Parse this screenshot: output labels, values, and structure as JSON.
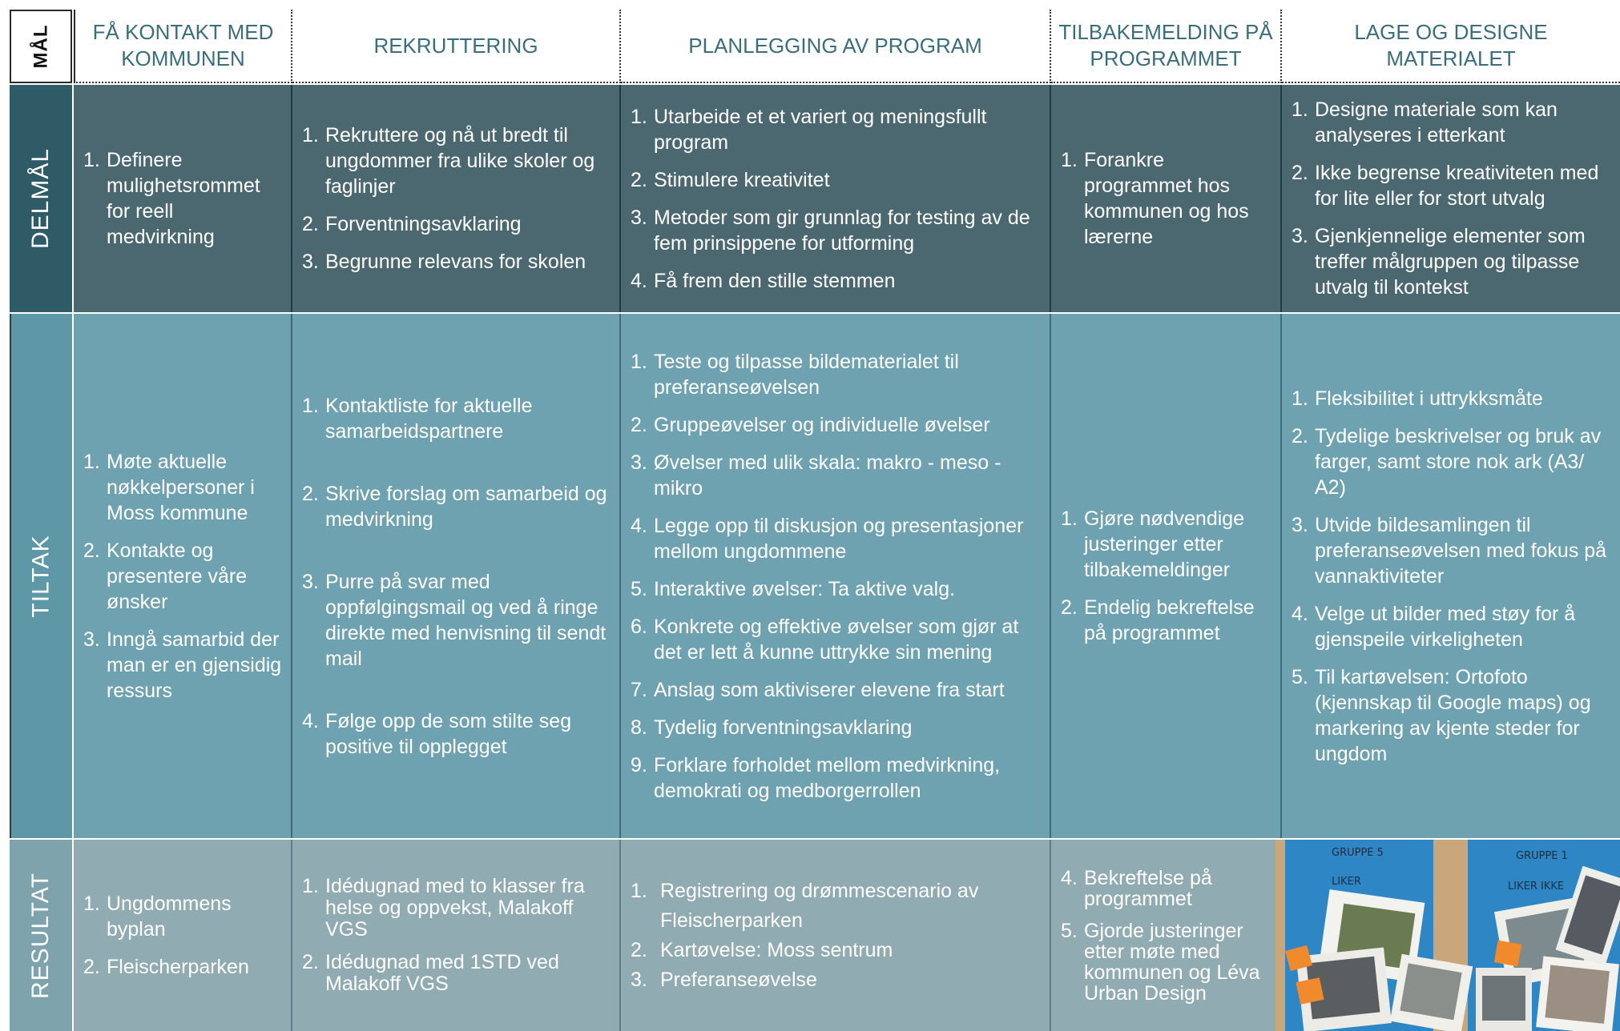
{
  "row_labels": {
    "mal": "MÅL",
    "delmal": "DELMÅL",
    "tiltak": "TILTAK",
    "resultat": "RESULTAT"
  },
  "columns": [
    {
      "header": "FÅ KONTAKT MED KOMMUNEN"
    },
    {
      "header": "REKRUTTERING"
    },
    {
      "header": "PLANLEGGING AV PROGRAM"
    },
    {
      "header": "TILBAKEMELDING PÅ PROGRAMMET"
    },
    {
      "header": "LAGE OG DESIGNE MATERIALET"
    }
  ],
  "delmal": [
    [
      "Definere mulighetsrommet for reell medvirkning"
    ],
    [
      "Rekruttere og nå ut bredt til ungdommer fra ulike skoler og faglinjer",
      "Forventningsavklaring",
      "Begrunne relevans for skolen"
    ],
    [
      "Utarbeide et et variert og meningsfullt program",
      "Stimulere kreativitet",
      "Metoder som gir grunnlag for testing av de fem prinsippene for utforming",
      "Få frem den stille stemmen"
    ],
    [
      "Forankre programmet hos kommunen og hos lærerne"
    ],
    [
      "Designe materiale som kan analyseres i etterkant",
      "Ikke begrense kreativiteten med for lite eller for stort utvalg",
      "Gjenkjennelige elementer som treffer målgruppen og tilpasse utvalg til kontekst"
    ]
  ],
  "tiltak": [
    [
      "Møte aktuelle nøkkelpersoner i Moss kommune",
      "Kontakte og presentere våre ønsker",
      "Inngå samarbid der man er en gjensidig ressurs"
    ],
    [
      "Kontaktliste for aktuelle samarbeidspartnere",
      "Skrive forslag om samarbeid og medvirkning",
      " Purre på svar med oppfølgingsmail og ved å ringe direkte med henvisning til sendt mail",
      "Følge opp de som stilte seg positive til opplegget"
    ],
    [
      "Teste og tilpasse bildematerialet til preferanseøvelsen",
      "Gruppeøvelser og individuelle øvelser",
      "Øvelser med ulik skala: makro - meso - mikro",
      "Legge opp til diskusjon og presentasjoner mellom ungdommene",
      "Interaktive øvelser: Ta aktive valg.",
      "Konkrete og effektive øvelser som gjør at det er lett å kunne uttrykke sin mening",
      "Anslag som aktiviserer elevene fra start",
      "Tydelig forventningsavklaring",
      "Forklare forholdet mellom medvirkning, demokrati og medborgerrollen"
    ],
    [
      "Gjøre nødvendige justeringer etter tilbakemeldinger",
      "Endelig bekreftelse på programmet"
    ],
    [
      "Fleksibilitet i uttrykksmåte",
      "Tydelige beskrivelser og bruk av farger, samt store nok ark (A3/ A2)",
      "Utvide bildesamlingen til preferanseøvelsen med fokus på vannaktiviteter",
      "Velge ut bilder med støy for å gjenspeile virkeligheten",
      "Til kartøvelsen: Ortofoto (kjennskap til Google maps) og markering av kjente steder for ungdom"
    ]
  ],
  "resultat": [
    [
      {
        "n": "1.",
        "t": "Ungdommens byplan"
      },
      {
        "n": "2.",
        "t": "Fleischerparken"
      }
    ],
    [
      {
        "n": "1.",
        "t": "Idédugnad med to klasser fra helse og oppvekst, Malakoff VGS"
      },
      {
        "n": "2.",
        "t": "Idédugnad med 1STD ved Malakoff VGS"
      }
    ],
    [
      {
        "n": "1.",
        "t": "Registrering og drømmescenario av Fleischerparken"
      },
      {
        "n": "2.",
        "t": "Kartøvelse: Moss sentrum"
      },
      {
        "n": "3.",
        "t": "Preferanseøvelse"
      }
    ],
    [
      {
        "n": "4.",
        "t": "Bekreftelse på programmet"
      },
      {
        "n": "5.",
        "t": "Gjorde justeringer etter møte med kommunen og Léva Urban Design"
      }
    ]
  ],
  "photo": {
    "bag_labels": [
      "GRUPPE 5",
      "GRUPPE 1"
    ],
    "bag_sublabels": [
      "LIKER",
      "LIKER IKKE"
    ],
    "colors": {
      "table": "#c9a77a",
      "bag": "#2f86c4",
      "note": "#f08a2c"
    }
  },
  "colors": {
    "header_text": "#3a6e7d",
    "delmal": "#4b6870",
    "tiltak": "#6fa2b0",
    "resultat": "#91abb2"
  }
}
